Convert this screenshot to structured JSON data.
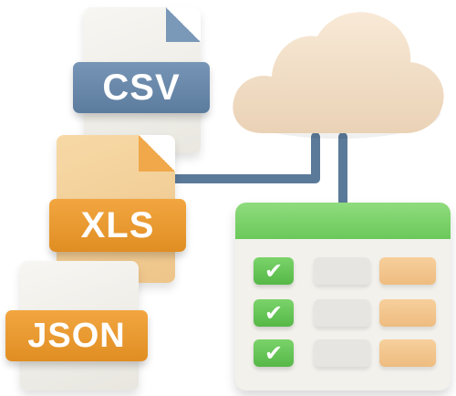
{
  "files": {
    "csv_label": "CSV",
    "xls_label": "XLS",
    "json_label": "JSON"
  },
  "sheet": {
    "check_glyph": "✔"
  },
  "colors": {
    "csv_blue": "#5c7c9e",
    "orange": "#e08e23",
    "green": "#6bc85a",
    "cloud": "#f1dcc4",
    "connector": "#5b7a99"
  },
  "icons": [
    "file-csv-icon",
    "file-xls-icon",
    "file-json-icon",
    "cloud-icon",
    "spreadsheet-icon",
    "checkmark-icon"
  ]
}
